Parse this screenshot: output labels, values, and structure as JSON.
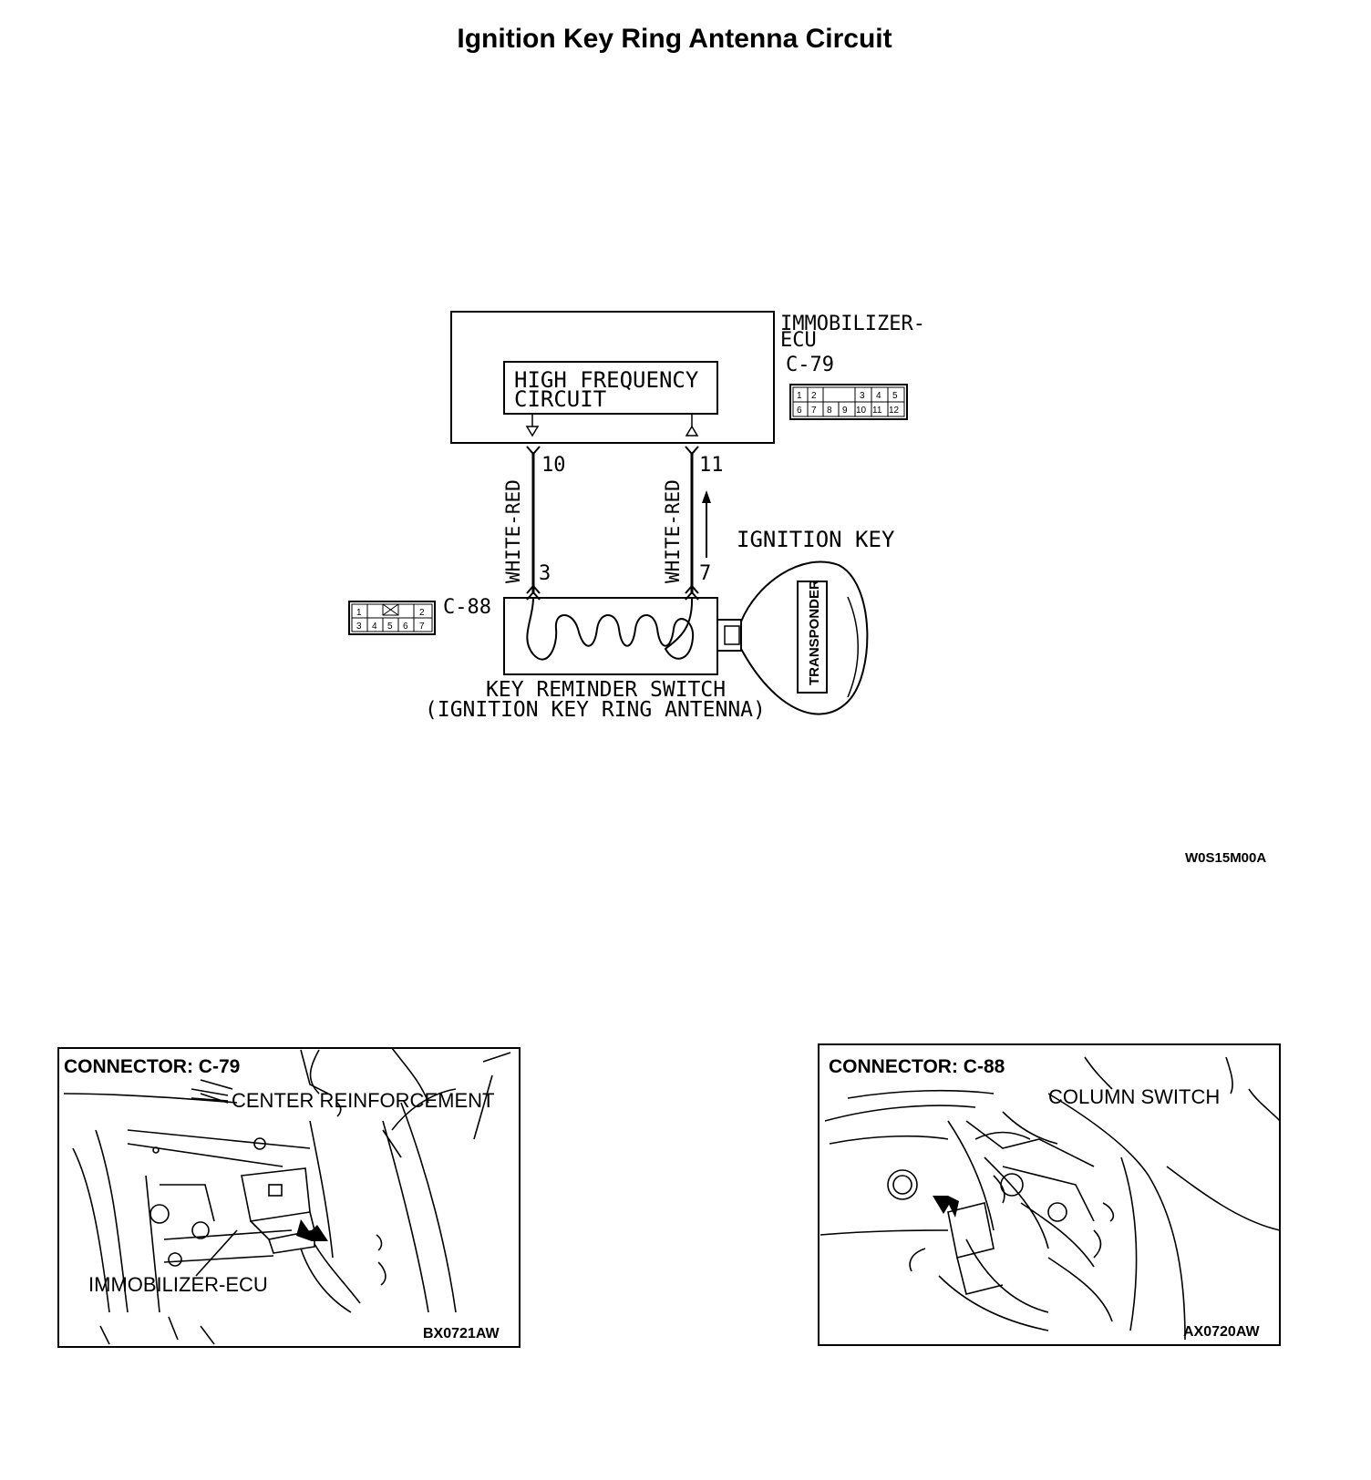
{
  "title": "Ignition Key Ring Antenna Circuit",
  "diagram": {
    "ecu_label_line1": "IMMOBILIZER-",
    "ecu_label_line2": "ECU",
    "ecu_connector": "C-79",
    "hf_circuit_line1": "HIGH FREQUENCY",
    "hf_circuit_line2": "CIRCUIT",
    "pin_ecu_left": "10",
    "pin_ecu_right": "11",
    "pin_switch_left": "3",
    "pin_switch_right": "7",
    "wire_left_color": "WHITE-RED",
    "wire_right_color": "WHITE-RED",
    "ignition_key_label": "IGNITION KEY",
    "transponder_label": "TRANSPONDER",
    "switch_connector": "C-88",
    "switch_label_line1": "KEY REMINDER SWITCH",
    "switch_label_line2": "(IGNITION KEY RING ANTENNA)",
    "c79_pins_row1": [
      "1",
      "2",
      "3",
      "4",
      "5"
    ],
    "c79_pins_row2": [
      "6",
      "7",
      "8",
      "9",
      "10",
      "11",
      "12"
    ],
    "c88_pins_row1": [
      "1",
      "2"
    ],
    "c88_pins_row2": [
      "3",
      "4",
      "5",
      "6",
      "7"
    ],
    "figure_code": "W0S15M00A"
  },
  "panels": [
    {
      "title": "CONNECTOR: C-79",
      "label_top": "CENTER REINFORCEMENT",
      "label_bottom": "IMMOBILIZER-ECU",
      "code": "BX0721AW"
    },
    {
      "title": "CONNECTOR: C-88",
      "label_top": "COLUMN SWITCH",
      "code": "AX0720AW"
    }
  ]
}
